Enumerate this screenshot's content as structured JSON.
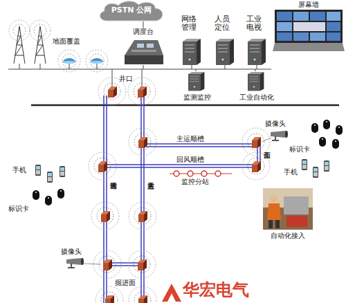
{
  "diagram": {
    "nodes": [
      {
        "text": [
          "PSTN 公网"
        ]
      },
      {
        "text": [
          "调度台"
        ]
      },
      {
        "text": [
          "网络管理"
        ]
      },
      {
        "text": [
          "人员定位"
        ]
      },
      {
        "text": [
          "工业电视"
        ]
      },
      {
        "text": [
          "屏幕墙"
        ]
      },
      {
        "text": [
          "监测监控"
        ]
      },
      {
        "text": [
          "工业自动化"
        ]
      },
      {
        "text": [
          "自动化接入"
        ]
      }
    ],
    "edges": [
      {
        "from": 0,
        "to": 1,
        "arrow": "none"
      }
    ],
    "labels": [
      "地面覆盖",
      "井口",
      "主运顺槽",
      "回风顺槽",
      "监控分站",
      "辅运大巷",
      "主运大巷",
      "工作面",
      "摄像头",
      "摄像头",
      "手机",
      "手机",
      "标识卡",
      "标识卡",
      "掘进面",
      "华宏电气"
    ]
  }
}
